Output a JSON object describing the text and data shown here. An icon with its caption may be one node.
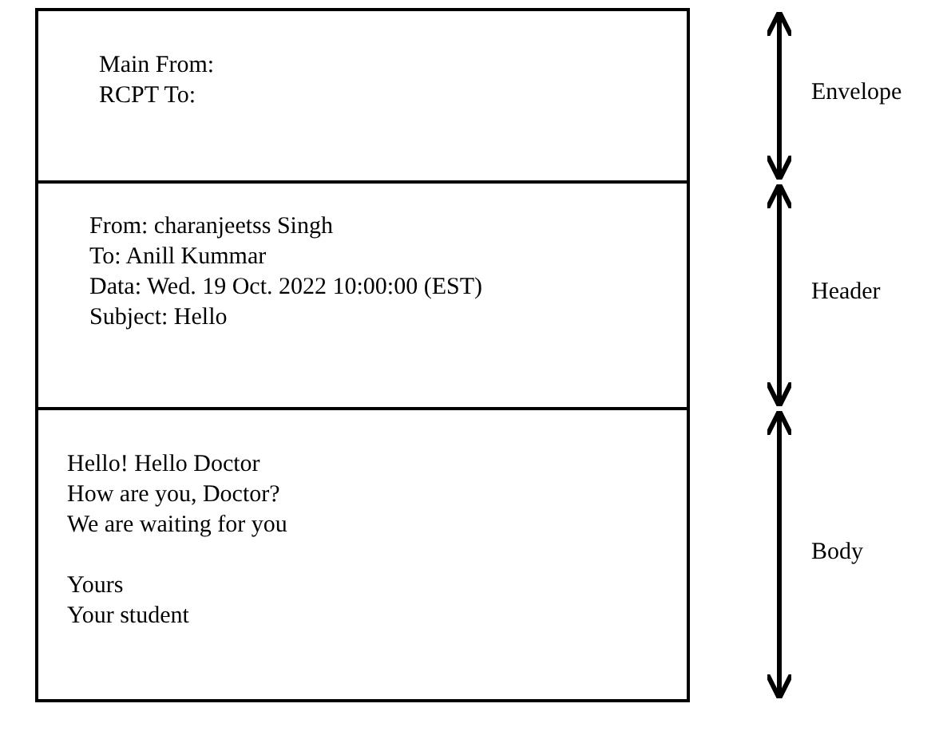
{
  "diagram": {
    "nodes": [
      {
        "text": [
          "Main From:",
          "RCPT To:"
        ]
      },
      {
        "text": [
          "From: charanjeetss Singh",
          "To: Anill Kummar",
          "Data: Wed. 19 Oct. 2022 10:00:00 (EST)",
          "Subject: Hello"
        ]
      },
      {
        "text": [
          "Hello! Hello Doctor",
          "How are you, Doctor?",
          "We are waiting for you",
          "Yours",
          "Your student"
        ]
      }
    ],
    "labels": [
      "Envelope",
      "Header",
      "Body"
    ]
  }
}
